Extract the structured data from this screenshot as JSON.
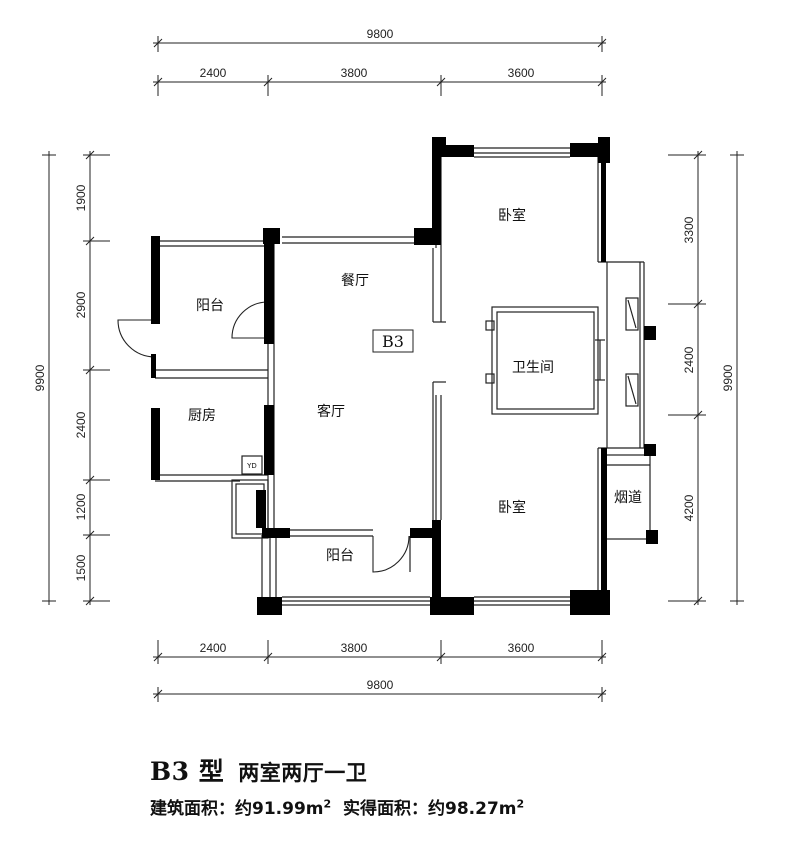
{
  "plan": {
    "label": "B3",
    "dims_top": {
      "total": "9800",
      "segments": [
        "2400",
        "3800",
        "3600"
      ]
    },
    "dims_bottom": {
      "total": "9800",
      "segments": [
        "2400",
        "3800",
        "3600"
      ]
    },
    "dims_left": {
      "total": "9900",
      "segments": [
        "1900",
        "2900",
        "2400",
        "1200",
        "1500"
      ]
    },
    "dims_right": {
      "total": "9900",
      "segments": [
        "3300",
        "2400",
        "4200"
      ]
    },
    "rooms": {
      "bedroom_top": "卧室",
      "bedroom_bottom": "卧室",
      "dining": "餐厅",
      "living": "客厅",
      "balcony_left": "阳台",
      "balcony_bottom": "阳台",
      "kitchen": "厨房",
      "bathroom": "卫生间",
      "flue": "烟道",
      "yd": "YD"
    }
  },
  "caption": {
    "type": "B3 型",
    "layout": "两室两厅一卫",
    "built_area_label": "建筑面积：约91.99m",
    "actual_area_label": "实得面积：约98.27m",
    "sup": "2"
  }
}
